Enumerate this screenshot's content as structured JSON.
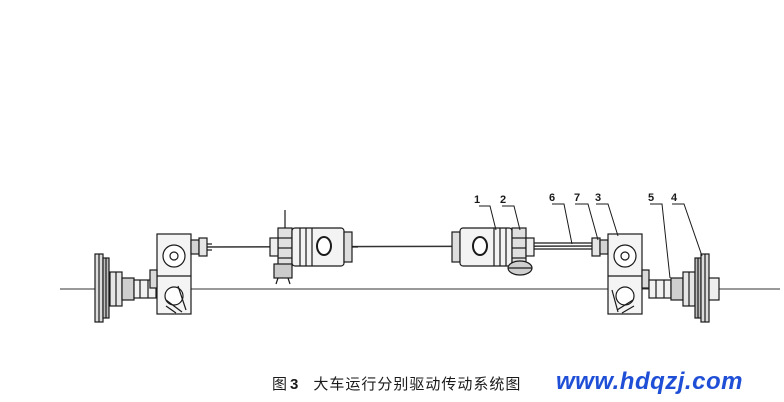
{
  "figure": {
    "caption_prefix": "图",
    "caption_number": "3",
    "caption_text": "大车运行分别驱动传动系统图"
  },
  "callouts": [
    {
      "id": "1",
      "label": "1"
    },
    {
      "id": "2",
      "label": "2"
    },
    {
      "id": "6",
      "label": "6"
    },
    {
      "id": "7",
      "label": "7"
    },
    {
      "id": "3",
      "label": "3"
    },
    {
      "id": "5",
      "label": "5"
    },
    {
      "id": "4",
      "label": "4"
    }
  ],
  "watermark": {
    "text": "www.hdqzj.com",
    "color": "#1f4fd6"
  },
  "colors": {
    "line": "#1a1a1a",
    "paper": "#ffffff"
  }
}
